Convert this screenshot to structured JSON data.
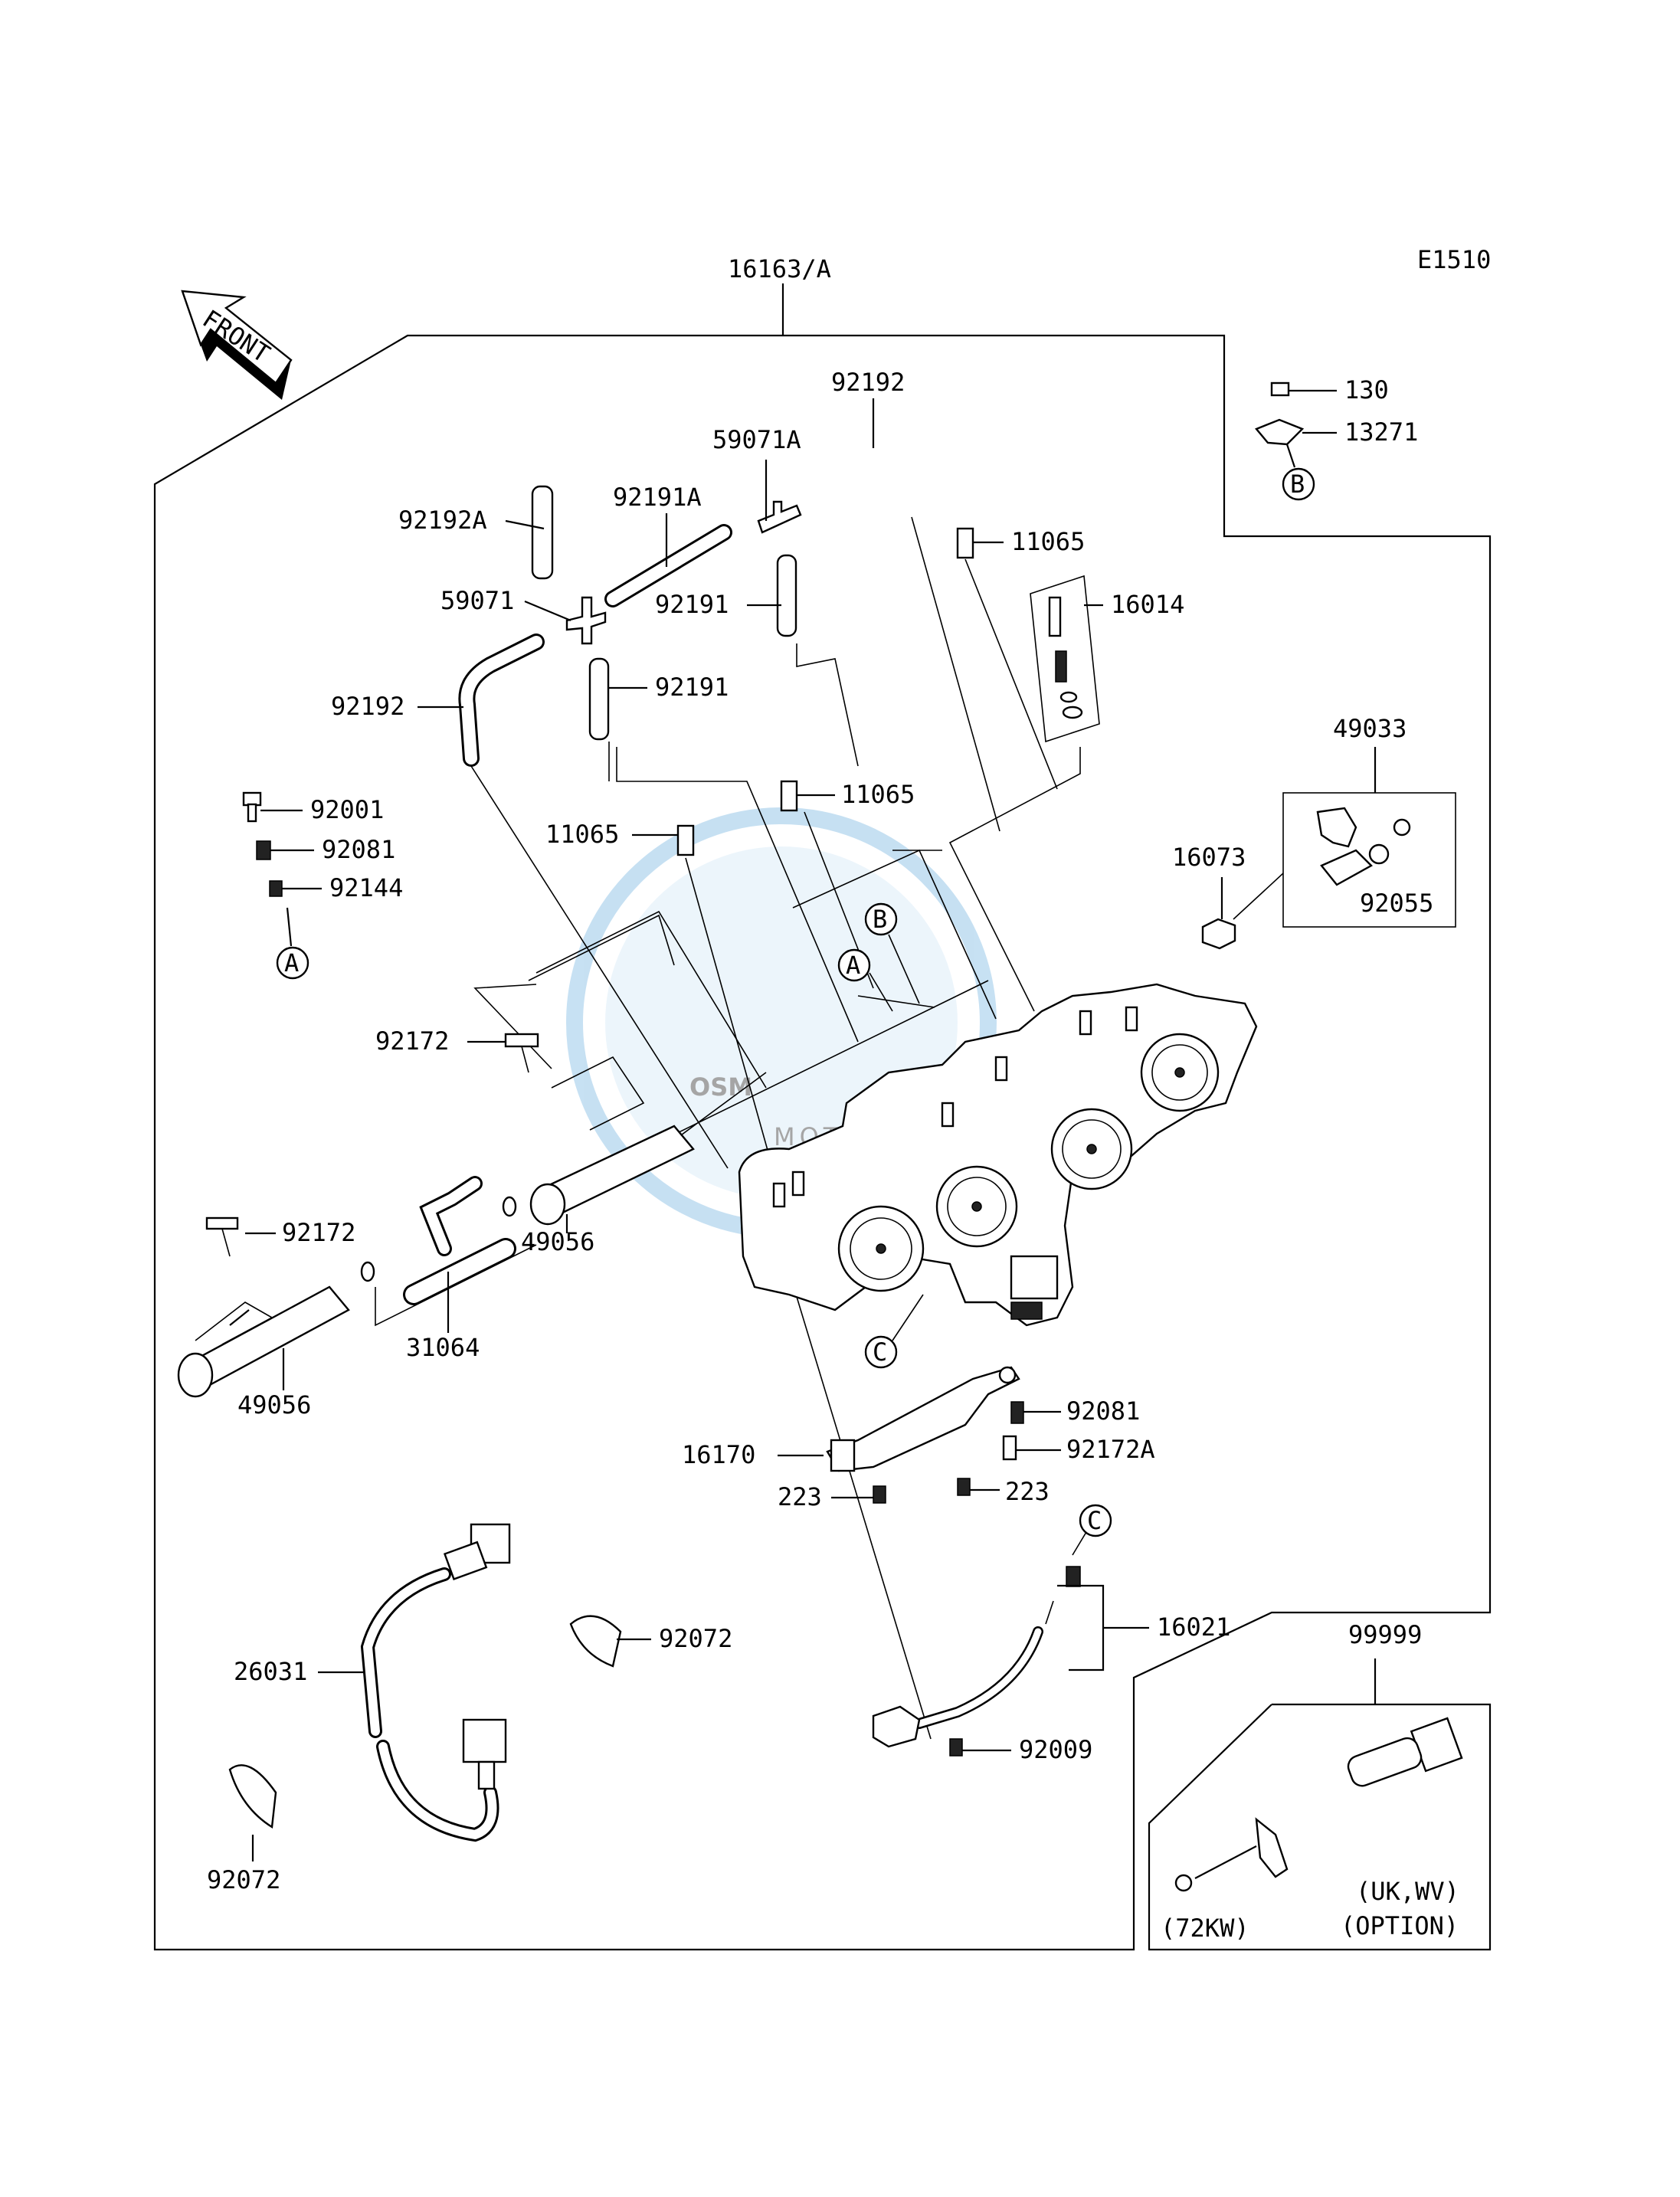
{
  "diagram": {
    "code": "E1510",
    "front_label": "FRONT",
    "assembly_label": "16163/A",
    "watermark": {
      "brand": "OSM",
      "sub": "MOTORPARTS"
    },
    "callout_markers": {
      "a": "A",
      "b": "B",
      "c": "C"
    },
    "parts": {
      "p130": "130",
      "p13271": "13271",
      "p92192_top": "92192",
      "p59071A": "59071A",
      "p92191A": "92191A",
      "p92192A": "92192A",
      "p11065_top": "11065",
      "p59071": "59071",
      "p92191_a": "92191",
      "p16014": "16014",
      "p92191_b": "92191",
      "p92192_left": "92192",
      "p49033": "49033",
      "p11065_mid": "11065",
      "p92001": "92001",
      "p11065_left": "11065",
      "p92081_left": "92081",
      "p16073": "16073",
      "p92144": "92144",
      "p92055": "92055",
      "p92172_top": "92172",
      "p49056_mid": "49056",
      "p92172_left": "92172",
      "p31064": "31064",
      "p49056_left": "49056",
      "p92081_right": "92081",
      "p16170": "16170",
      "p92172A": "92172A",
      "p223_left": "223",
      "p223_right": "223",
      "p16021": "16021",
      "p99999": "99999",
      "p26031": "26031",
      "p92072_mid": "92072",
      "p92009": "92009",
      "p92072_left": "92072",
      "opt_region": "(UK,WV)",
      "opt_note": "(OPTION)",
      "opt_power": "(72KW)"
    }
  }
}
